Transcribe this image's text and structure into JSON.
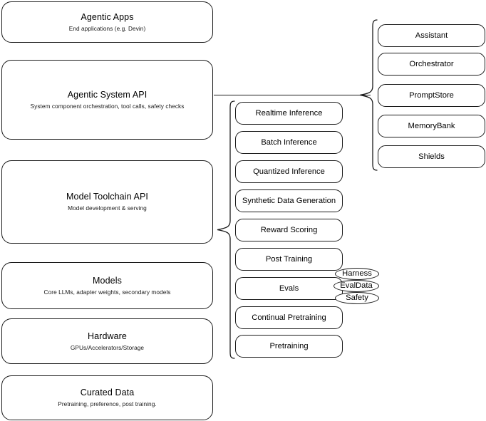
{
  "diagram": {
    "title": "AI stack layers diagram",
    "stroke_color": "#1b1b1b",
    "background_color": "#ffffff"
  },
  "stack_layers": [
    {
      "name": "agentic-apps",
      "title": "Agentic Apps",
      "subtitle": "End applications (e.g. Devin)"
    },
    {
      "name": "agentic-system-api",
      "title": "Agentic System API",
      "subtitle": "System component orchestration, tool calls, safety checks"
    },
    {
      "name": "model-toolchain-api",
      "title": "Model Toolchain API",
      "subtitle": "Model development & serving"
    },
    {
      "name": "models",
      "title": "Models",
      "subtitle": "Core LLMs, adapter weights, secondary models"
    },
    {
      "name": "hardware",
      "title": "Hardware",
      "subtitle": "GPUs/Accelerators/Storage"
    },
    {
      "name": "curated-data",
      "title": "Curated Data",
      "subtitle": "Pretraining, preference, post training."
    }
  ],
  "toolchain_capabilities": [
    {
      "name": "realtime-inference",
      "label": "Realtime Inference"
    },
    {
      "name": "batch-inference",
      "label": "Batch Inference"
    },
    {
      "name": "quantized-inference",
      "label": "Quantized Inference"
    },
    {
      "name": "synthetic-data-generation",
      "label": "Synthetic Data Generation"
    },
    {
      "name": "reward-scoring",
      "label": "Reward Scoring"
    },
    {
      "name": "post-training",
      "label": "Post Training"
    },
    {
      "name": "evals",
      "label": "Evals"
    },
    {
      "name": "continual-pretraining",
      "label": "Continual Pretraining"
    },
    {
      "name": "pretraining",
      "label": "Pretraining"
    }
  ],
  "evals_subcomponents": [
    {
      "name": "harness",
      "label": "Harness"
    },
    {
      "name": "evaldata",
      "label": "EvalData"
    },
    {
      "name": "safety",
      "label": "Safety"
    }
  ],
  "agentic_system_components": [
    {
      "name": "assistant",
      "label": "Assistant"
    },
    {
      "name": "orchestrator",
      "label": "Orchestrator"
    },
    {
      "name": "promptstore",
      "label": "PromptStore"
    },
    {
      "name": "memorybank",
      "label": "MemoryBank"
    },
    {
      "name": "shields",
      "label": "Shields"
    }
  ]
}
